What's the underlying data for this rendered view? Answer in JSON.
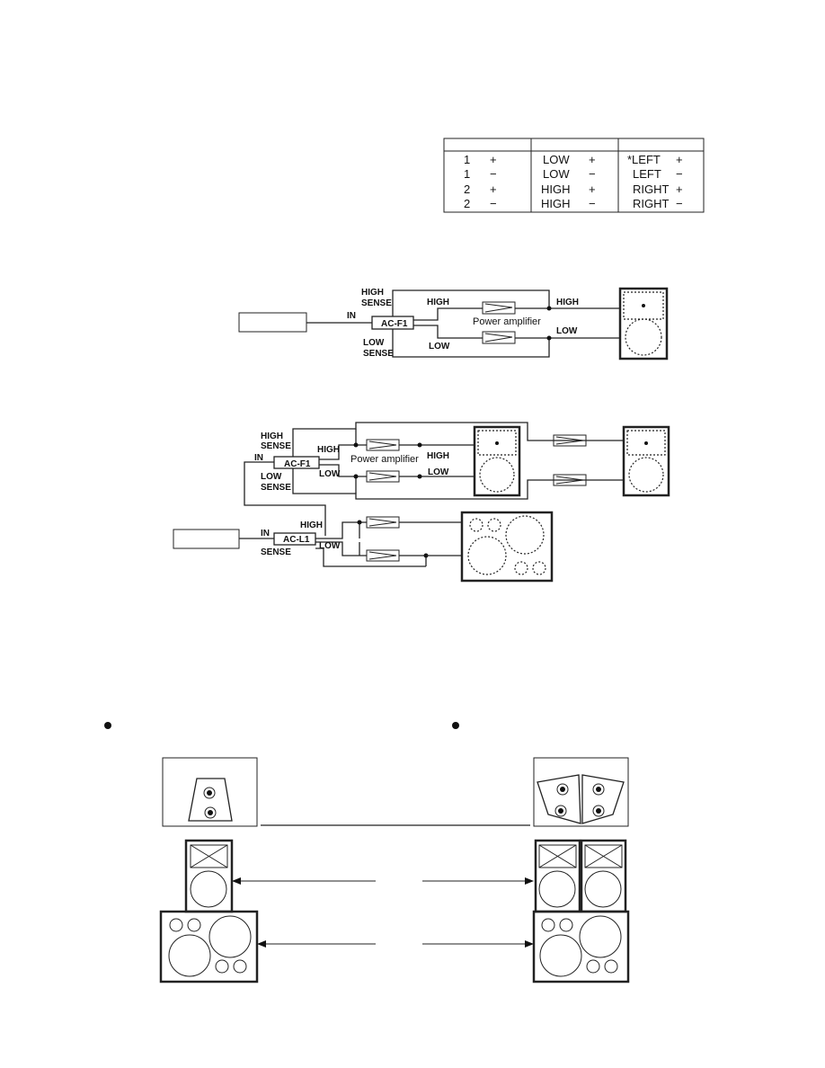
{
  "pin_table": {
    "rows": [
      {
        "pin": "1",
        "pol": "+",
        "ch": "LOW",
        "ch_pol": "+",
        "side": "*LEFT",
        "side_pol": "+"
      },
      {
        "pin": "1",
        "pol": "−",
        "ch": "LOW",
        "ch_pol": "−",
        "side": "LEFT",
        "side_pol": "−"
      },
      {
        "pin": "2",
        "pol": "+",
        "ch": "HIGH",
        "ch_pol": "+",
        "side": "RIGHT",
        "side_pol": "+"
      },
      {
        "pin": "2",
        "pol": "−",
        "ch": "HIGH",
        "ch_pol": "−",
        "side": "RIGHT",
        "side_pol": "−"
      }
    ]
  },
  "diagram1": {
    "high_sense": [
      "HIGH",
      "SENSE"
    ],
    "low_sense": [
      "LOW",
      "SENSE"
    ],
    "in": "IN",
    "processor": "AC-F1",
    "high": "HIGH",
    "low": "LOW",
    "amp": "Power amplifier",
    "out_high": "HIGH",
    "out_low": "LOW"
  },
  "diagram2": {
    "high_sense": [
      "HIGH",
      "SENSE"
    ],
    "low_sense": [
      "LOW",
      "SENSE"
    ],
    "in": "IN",
    "processor": "AC-F1",
    "high": "HIGH",
    "low": "LOW",
    "amp": "Power amplifier",
    "out_high": "HIGH",
    "out_low": "LOW",
    "in2": "IN",
    "processor2": "AC-L1",
    "high2": "HIGH",
    "low2": "LOW",
    "sense2": "SENSE"
  }
}
